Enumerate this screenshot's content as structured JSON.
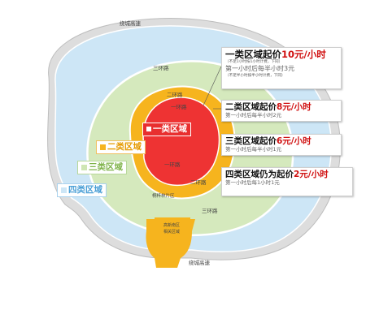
{
  "roads": {
    "outer_ring_top": "绕城高速",
    "outer_ring_bottom": "绕城高速",
    "third_ring_top": "三环路",
    "third_ring_bottom": "三环路",
    "second_ring_top": "二环路",
    "second_ring_bottom": "二环路",
    "first_ring_top": "一环路",
    "first_ring_bottom": "一环路"
  },
  "places": {
    "park": "桐梓林片区",
    "south_extension_line1": "高新南区",
    "south_extension_line2": "相关区域"
  },
  "zones": {
    "zone1": {
      "label": "一类区域",
      "color": "#ee3333"
    },
    "zone2": {
      "label": "二类区域",
      "color": "#f6b41e"
    },
    "zone3": {
      "label": "三类区域",
      "color": "#d5e9bd"
    },
    "zone4": {
      "label": "四类区域",
      "color": "#cde6f6"
    }
  },
  "info_boxes": {
    "zone1": {
      "title_prefix": "一类区域起价",
      "price": "10元/小时",
      "note1": "（不足1小时按1小时计费，下同）",
      "sub": "第一小时后每半小时3元",
      "note2": "（不足半小时按半小时计费，下同）"
    },
    "zone2": {
      "title_prefix": "二类区域起价",
      "price": "8元/小时",
      "sub": "第一小时后每半小时2元"
    },
    "zone3": {
      "title_prefix": "三类区域起价",
      "price": "6元/小时",
      "sub": "第一小时后每半小时1元"
    },
    "zone4": {
      "title_prefix": "四类区域仍为起价",
      "price": "2元/小时",
      "sub": "第一小时后每1小时1元"
    }
  }
}
